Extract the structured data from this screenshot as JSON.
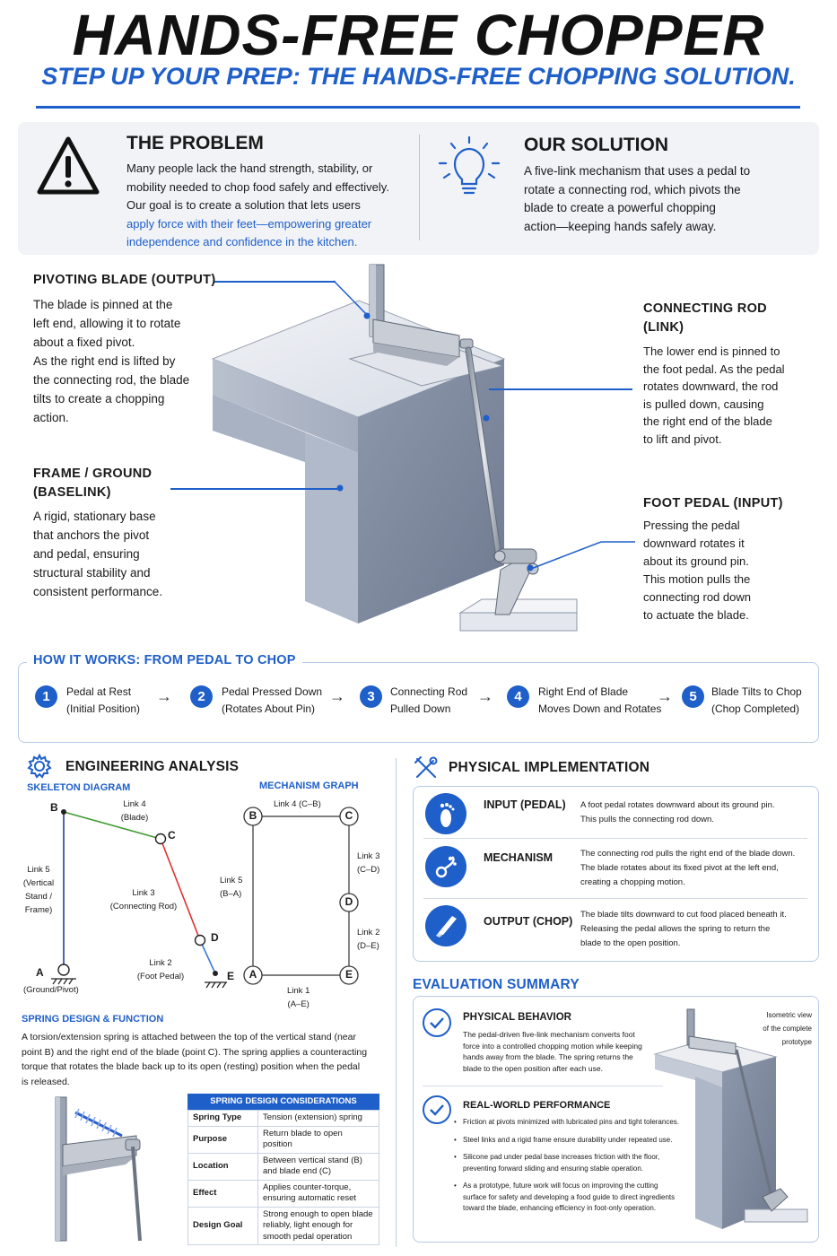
{
  "header": {
    "title": "HANDS-FREE CHOPPER",
    "subtitle": "STEP UP YOUR PREP: THE HANDS-FREE CHOPPING SOLUTION."
  },
  "problem": {
    "title": "THE PROBLEM",
    "text_1": "Many people lack the hand strength, stability, or",
    "text_2": "mobility needed to chop food safely and effectively.",
    "text_3": "Our goal is to create a solution that lets users",
    "highlight_1": "apply force with their feet—empowering greater",
    "highlight_2": "independence and confidence in the kitchen."
  },
  "solution": {
    "title": "OUR SOLUTION",
    "text_1": "A five-link mechanism that uses a pedal to",
    "text_2": "rotate a connecting rod, which pivots the",
    "text_3": "blade to create a powerful chopping",
    "text_4": "action—keeping hands safely away."
  },
  "callouts": {
    "blade": {
      "title": "PIVOTING BLADE (OUTPUT)",
      "lines": [
        "The blade is pinned at the",
        "left end, allowing it to rotate",
        "about a fixed pivot.",
        "As the right end is lifted by",
        "the connecting rod, the blade",
        "tilts to create a chopping",
        "action."
      ]
    },
    "frame": {
      "title_1": "FRAME / GROUND",
      "title_2": "(BASELINK)",
      "lines": [
        "A rigid, stationary base",
        "that anchors the pivot",
        "and pedal, ensuring",
        "structural stability and",
        "consistent performance."
      ]
    },
    "rod": {
      "title_1": "CONNECTING ROD",
      "title_2": "(LINK)",
      "lines": [
        "The lower end is pinned to",
        "the foot pedal. As the pedal",
        "rotates downward, the rod",
        "is pulled down, causing",
        "the right end of the blade",
        "to lift and pivot."
      ]
    },
    "pedal": {
      "title": "FOOT PEDAL (INPUT)",
      "lines": [
        "Pressing the pedal",
        "downward rotates it",
        "about its ground pin.",
        "This motion pulls the",
        "connecting rod down",
        "to actuate the blade."
      ]
    }
  },
  "how_it_works": {
    "title": "HOW IT WORKS: FROM PEDAL TO CHOP",
    "steps": [
      {
        "num": "1",
        "line1": "Pedal at Rest",
        "line2": "(Initial Position)"
      },
      {
        "num": "2",
        "line1": "Pedal Pressed Down",
        "line2": "(Rotates About Pin)"
      },
      {
        "num": "3",
        "line1": "Connecting Rod",
        "line2": "Pulled Down"
      },
      {
        "num": "4",
        "line1": "Right End of Blade",
        "line2": "Moves Down and Rotates"
      },
      {
        "num": "5",
        "line1": "Blade Tilts to Chop",
        "line2": "(Chop Completed)"
      }
    ],
    "arrow": "→"
  },
  "engineering": {
    "title": "ENGINEERING ANALYSIS",
    "skeleton_title": "SKELETON DIAGRAM",
    "graph_title": "MECHANISM GRAPH",
    "skeleton": {
      "link4": [
        "Link 4",
        "(Blade)"
      ],
      "link5": [
        "Link 5",
        "(Vertical",
        "Stand /",
        "Frame)"
      ],
      "link3": [
        "Link 3",
        "(Connecting Rod)"
      ],
      "link2": [
        "Link 2",
        "(Foot Pedal)"
      ],
      "a_label": "(Ground/Pivot)",
      "nodes": [
        "A",
        "B",
        "C",
        "D",
        "E"
      ]
    },
    "graph": {
      "link4": "Link 4 (C–B)",
      "link3": [
        "Link 3",
        "(C–D)"
      ],
      "link5": [
        "Link 5",
        "(B–A)"
      ],
      "link2": [
        "Link 2",
        "(D–E)"
      ],
      "link1": [
        "Link 1",
        "(A–E)"
      ],
      "nodes": [
        "A",
        "B",
        "C",
        "D",
        "E"
      ]
    }
  },
  "spring": {
    "title": "SPRING DESIGN & FUNCTION",
    "lines": [
      "A torsion/extension spring is attached between the top of the vertical stand (near",
      "point B) and the right end of the blade (point C). The spring applies a counteracting",
      "torque that rotates the blade back up to its open (resting) position when the pedal",
      "is released."
    ],
    "table_title": "SPRING DESIGN CONSIDERATIONS",
    "rows": [
      {
        "k": "Spring Type",
        "v": [
          "Tension (extension) spring"
        ]
      },
      {
        "k": "Purpose",
        "v": [
          "Return blade to open position"
        ]
      },
      {
        "k": "Location",
        "v": [
          "Between vertical stand (B)",
          "and blade end (C)"
        ]
      },
      {
        "k": "Effect",
        "v": [
          "Applies counter-torque,",
          "ensuring automatic reset"
        ]
      },
      {
        "k": "Design Goal",
        "v": [
          "Strong enough to open blade",
          "reliably, light enough for",
          "smooth pedal operation"
        ]
      }
    ]
  },
  "physical": {
    "title": "PHYSICAL IMPLEMENTATION",
    "items": [
      {
        "icon": "foot-icon",
        "title": "INPUT (PEDAL)",
        "lines": [
          "A foot pedal rotates downward about its ground pin.",
          "This pulls the connecting rod down."
        ]
      },
      {
        "icon": "mechanism-icon",
        "title": "MECHANISM",
        "lines": [
          "The connecting rod pulls the right end of the blade down.",
          "The blade rotates about its fixed pivot at the left end,",
          "creating a chopping motion."
        ]
      },
      {
        "icon": "knife-icon",
        "title": "OUTPUT (CHOP)",
        "lines": [
          "The blade tilts downward to cut food placed beneath it.",
          "Releasing the pedal allows the spring to return the",
          "blade to the open position."
        ]
      }
    ]
  },
  "evaluation": {
    "title": "EVALUATION SUMMARY",
    "iso_caption": [
      "Isometric view",
      "of the complete",
      "prototype"
    ],
    "behavior": {
      "title": "PHYSICAL BEHAVIOR",
      "lines": [
        "The pedal-driven five-link mechanism converts foot",
        "force into a controlled chopping motion while keeping",
        "hands away from the blade. The spring returns the",
        "blade to the open position after each use."
      ]
    },
    "performance": {
      "title": "REAL-WORLD PERFORMANCE",
      "bullets": [
        [
          "Friction at pivots minimized with lubricated pins and tight tolerances."
        ],
        [
          "Steel links and a rigid frame ensure durability under repeated use."
        ],
        [
          "Silicone pad under pedal base increases friction with the floor,",
          "preventing forward sliding and ensuring stable operation."
        ],
        [
          "As a prototype, future work will focus on improving the cutting",
          "surface for safety and developing a food guide to direct ingredients",
          "toward the blade, enhancing efficiency in foot-only operation."
        ]
      ]
    }
  },
  "colors": {
    "accent": "#1f5fc9",
    "link4": "#3d9a2e",
    "link3": "#e03131",
    "link2": "#3a7bd5",
    "link5": "#2a3d9c"
  }
}
